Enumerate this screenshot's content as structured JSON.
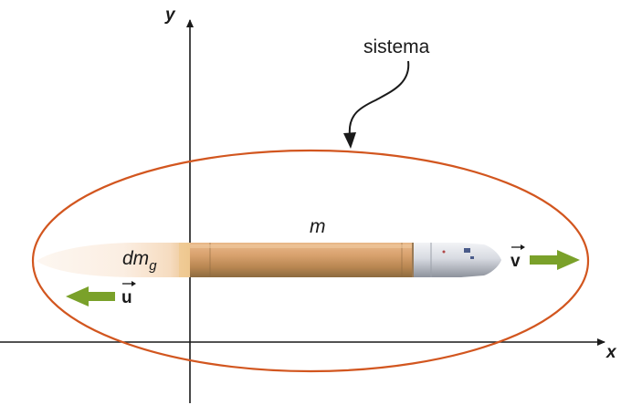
{
  "axes": {
    "x_label": "x",
    "y_label": "y"
  },
  "system": {
    "label": "sistema"
  },
  "rocket": {
    "mass_label": "m"
  },
  "exhaust": {
    "mass_label": "dm",
    "mass_subscript": "g"
  },
  "velocity_rocket": {
    "symbol": "v"
  },
  "velocity_exhaust": {
    "symbol": "u"
  },
  "colors": {
    "system_ellipse": "#d2561f",
    "arrow": "#7aa12a",
    "axis": "#1a1a1a"
  }
}
